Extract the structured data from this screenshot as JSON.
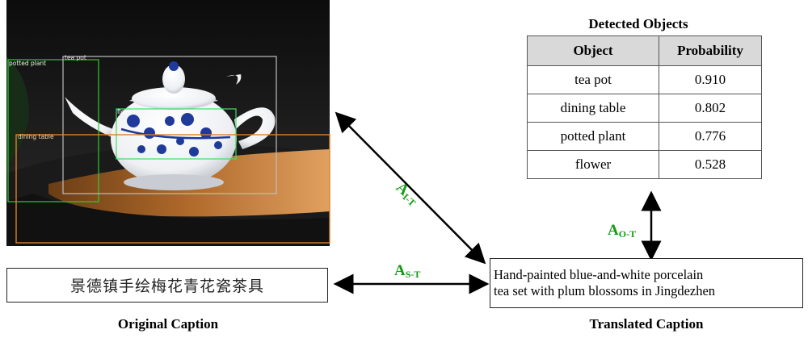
{
  "image": {
    "detections": [
      {
        "label": "potted plant",
        "color": "#2ecc2e"
      },
      {
        "label": "tea pot",
        "color": "#c8c8c8"
      },
      {
        "label": "flower",
        "color": "#44dd66"
      },
      {
        "label": "dining table",
        "color": "#d9822b"
      }
    ]
  },
  "detected_objects": {
    "title": "Detected Objects",
    "headers": [
      "Object",
      "Probability"
    ],
    "rows": [
      {
        "object": "tea pot",
        "probability": "0.910"
      },
      {
        "object": "dining table",
        "probability": "0.802"
      },
      {
        "object": "potted plant",
        "probability": "0.776"
      },
      {
        "object": "flower",
        "probability": "0.528"
      }
    ]
  },
  "original_caption": {
    "text": "景德镇手绘梅花青花瓷茶具",
    "label": "Original Caption"
  },
  "translated_caption": {
    "line1": "Hand-painted blue-and-white porcelain",
    "line2": "tea set with plum blossoms in Jingdezhen",
    "label": "Translated Caption"
  },
  "alignments": {
    "image_text": {
      "main": "A",
      "sub": "I-T"
    },
    "object_text": {
      "main": "A",
      "sub": "O-T"
    },
    "source_text": {
      "main": "A",
      "sub": "S-T"
    }
  },
  "colors": {
    "alignment_label": "#159a15",
    "table_header_bg": "#d9d9d9"
  }
}
